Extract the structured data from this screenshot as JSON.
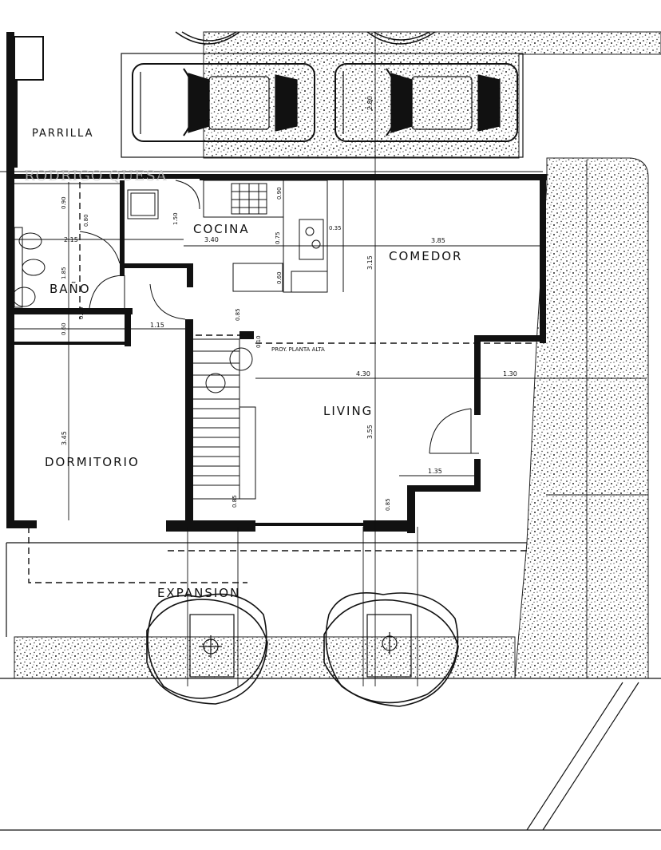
{
  "rooms": {
    "parrilla": "PARRILLA",
    "cocina": "COCINA",
    "comedor": "COMEDOR",
    "bano": "BAÑO",
    "dormitorio": "DORMITORIO",
    "living": "LIVING",
    "expansion": "EXPANSION"
  },
  "annotations": {
    "proy_planta_alta": "PROY. PLANTA ALTA"
  },
  "watermark": "RODRIGO QUESA",
  "dimensions": {
    "cocina_width": "3.40",
    "comedor_width": "3.85",
    "bano_width": "2.15",
    "hall_width": "1.15",
    "living_width": "4.30",
    "living_right": "1.30",
    "step_width": "1.35",
    "comedor_depth": "3.15",
    "living_depth": "3.55",
    "dormitorio_depth": "3.45",
    "garage_depth": "2.80",
    "d_090_a": "0.90",
    "d_090_b": "0.90",
    "d_080": "0.80",
    "d_060_a": "0.60",
    "d_060_b": "0.60",
    "d_060_c": "0.60",
    "d_150": "1.50",
    "d_185": "1.85",
    "d_085_a": "0.85",
    "d_085_b": "0.85",
    "d_085_c": "0.85",
    "d_010": "0.10",
    "d_075": "0.75",
    "d_035": "0.35"
  },
  "colors": {
    "ink": "#111111",
    "paper": "#ffffff",
    "watermark": "#c8c8c8"
  }
}
